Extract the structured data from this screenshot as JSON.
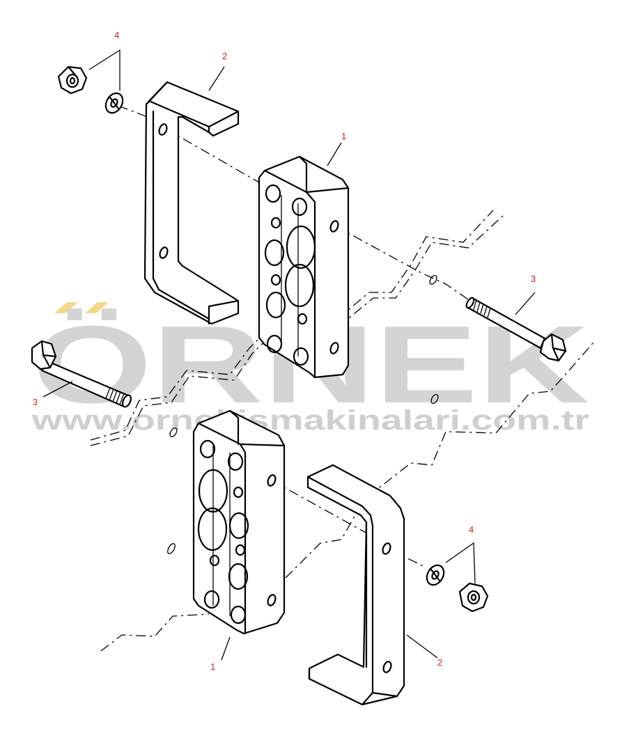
{
  "watermark": {
    "brand": "ÖRNEK",
    "url": "www.ornekismakinalari.com.tr",
    "accent_color": "#f3d88a",
    "text_color": "#d4d4d4"
  },
  "callouts": {
    "top_spacer": "1",
    "top_bracket": "2",
    "right_bolt": "3",
    "top_fasteners": "4",
    "left_bolt": "3",
    "bottom_spacer": "1",
    "bottom_bracket": "2",
    "bottom_fasteners": "4"
  },
  "colors": {
    "callout": "#cc2222",
    "line": "#000000"
  }
}
